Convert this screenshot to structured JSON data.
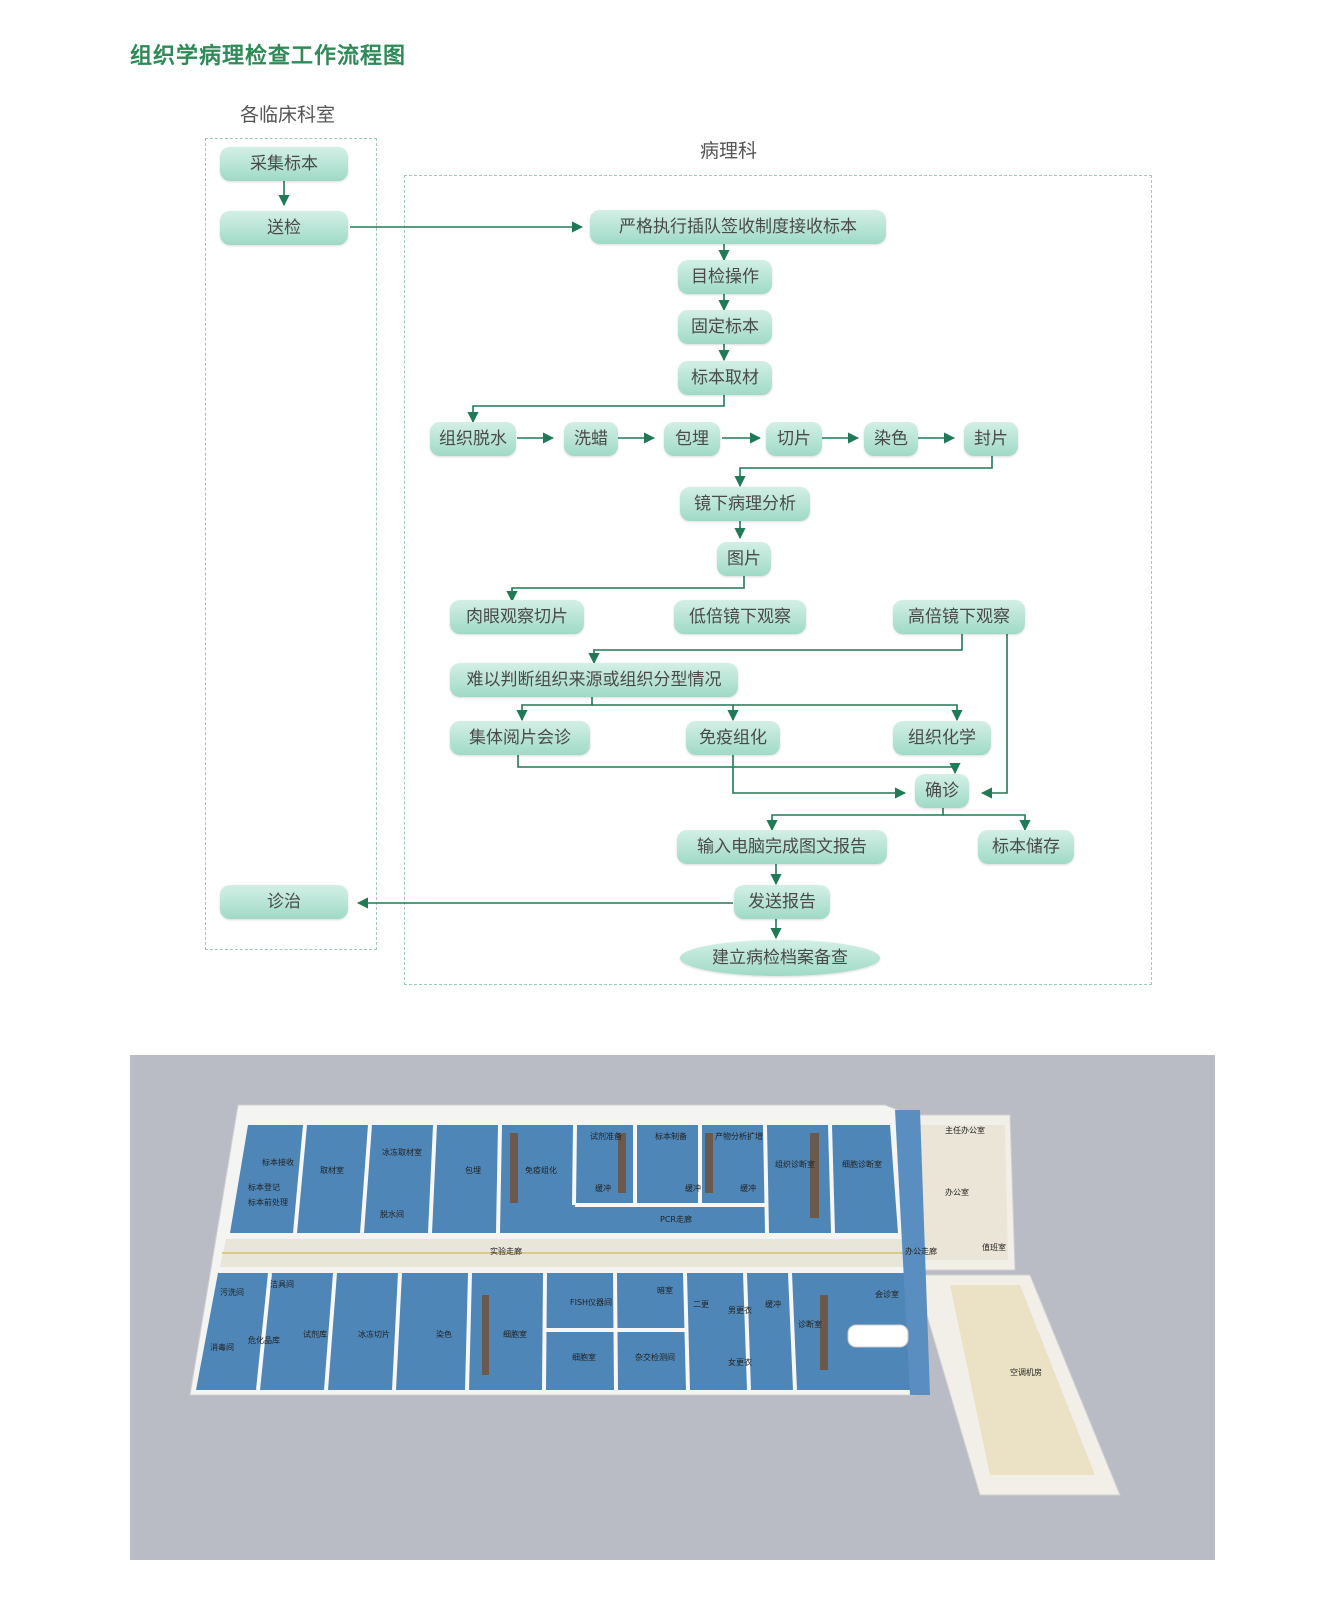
{
  "title": "组织学病理检查工作流程图",
  "sections": {
    "left": "各临床科室",
    "right": "病理科"
  },
  "nodes": {
    "collect": "采集标本",
    "send": "送检",
    "receive": "严格执行插队签收制度接收标本",
    "inspect": "目检操作",
    "fix": "固定标本",
    "sampling": "标本取材",
    "dehydrate": "组织脱水",
    "wax": "洗蜡",
    "embed": "包埋",
    "cut": "切片",
    "stain": "染色",
    "seal": "封片",
    "analysis": "镜下病理分析",
    "image": "图片",
    "naked": "肉眼观察切片",
    "low": "低倍镜下观察",
    "high": "高倍镜下观察",
    "difficult": "难以判断组织来源或组织分型情况",
    "consult": "集体阅片会诊",
    "ihc": "免疫组化",
    "histochem": "组织化学",
    "confirm": "确诊",
    "report": "输入电脑完成图文报告",
    "storage": "标本储存",
    "sendreport": "发送报告",
    "treat": "诊治",
    "archive": "建立病检档案备查"
  },
  "floorplan": {
    "rooms_top": [
      "标本接收",
      "取材室",
      "冰冻取材室",
      "包埋",
      "免疫组化",
      "试剂准备",
      "标本制备",
      "产物分析扩增",
      "组织诊断室",
      "细胞诊断室",
      "脱水间",
      "缓冲",
      "缓冲",
      "缓冲",
      "PCR走廊",
      "标本登记",
      "标本前处理"
    ],
    "rooms_bottom": [
      "污洗间",
      "洁具间",
      "消毒间",
      "危化品库",
      "试剂库",
      "冰冻切片",
      "染色",
      "细胞室",
      "FISH仪器间",
      "暗室",
      "细胞室",
      "杂交检测间",
      "二更",
      "男更衣",
      "女更衣",
      "缓冲",
      "诊断室",
      "会诊室"
    ],
    "corridor": "实验走廊",
    "office_corridor": "办公走廊",
    "rooms_right": [
      "主任办公室",
      "办公室",
      "值班室",
      "空调机房"
    ]
  }
}
